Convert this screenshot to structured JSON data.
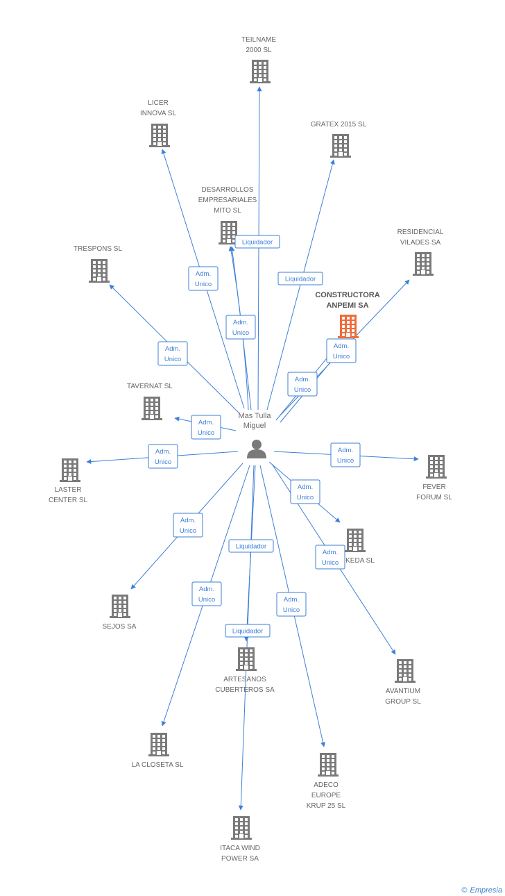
{
  "person": {
    "label": [
      "Mas Tulla",
      "Miguel"
    ]
  },
  "companies": [
    {
      "id": "teilname",
      "lines": [
        "TEILNAME",
        "2000 SL"
      ]
    },
    {
      "id": "licer",
      "lines": [
        "LICER",
        "INNOVA SL"
      ]
    },
    {
      "id": "gratex",
      "lines": [
        "GRATEX 2015 SL"
      ]
    },
    {
      "id": "desarrollos",
      "lines": [
        "DESARROLLOS",
        "EMPRESARIALES",
        "MITO  SL"
      ]
    },
    {
      "id": "residencial",
      "lines": [
        "RESIDENCIAL",
        "VILADES SA"
      ]
    },
    {
      "id": "trespons",
      "lines": [
        "TRESPONS SL"
      ]
    },
    {
      "id": "constructora",
      "lines": [
        "CONSTRUCTORA",
        "ANPEMI SA"
      ],
      "focus": true
    },
    {
      "id": "tavernat",
      "lines": [
        "TAVERNAT SL"
      ]
    },
    {
      "id": "laster",
      "lines": [
        "LASTER",
        "CENTER SL"
      ]
    },
    {
      "id": "fever",
      "lines": [
        "FEVER",
        "FORUM SL"
      ]
    },
    {
      "id": "keda",
      "lines": [
        "KEDA SL"
      ]
    },
    {
      "id": "sejos",
      "lines": [
        "SEJOS SA"
      ]
    },
    {
      "id": "artesanos",
      "lines": [
        "ARTESANOS",
        "CUBERTEROS SA"
      ]
    },
    {
      "id": "avantium",
      "lines": [
        "AVANTIUM",
        "GROUP SL"
      ]
    },
    {
      "id": "lacloseta",
      "lines": [
        "LA CLOSETA SL"
      ]
    },
    {
      "id": "adeco",
      "lines": [
        "ADECO",
        "EUROPE",
        "KRUP 25 SL"
      ]
    },
    {
      "id": "itaca",
      "lines": [
        "ITACA WIND",
        "POWER SA"
      ]
    }
  ],
  "relations": [
    {
      "to": "teilname",
      "role": null
    },
    {
      "to": "licer",
      "role": [
        "Adm.",
        "Unico"
      ]
    },
    {
      "to": "gratex",
      "role": [
        "Liquidador"
      ]
    },
    {
      "to": "desarrollos",
      "role": [
        "Adm.",
        "Unico"
      ]
    },
    {
      "to": "desarrollos",
      "role": [
        "Liquidador"
      ]
    },
    {
      "to": "residencial",
      "role": [
        "Adm.",
        "Unico"
      ]
    },
    {
      "to": "trespons",
      "role": [
        "Adm.",
        "Unico"
      ]
    },
    {
      "to": "constructora",
      "role": [
        "Adm.",
        "Unico"
      ]
    },
    {
      "to": "tavernat",
      "role": [
        "Adm.",
        "Unico"
      ]
    },
    {
      "to": "laster",
      "role": [
        "Adm.",
        "Unico"
      ]
    },
    {
      "to": "fever",
      "role": [
        "Adm.",
        "Unico"
      ]
    },
    {
      "to": "keda",
      "role": [
        "Adm.",
        "Unico"
      ]
    },
    {
      "to": "sejos",
      "role": [
        "Adm.",
        "Unico"
      ]
    },
    {
      "to": "artesanos",
      "role": [
        "Liquidador"
      ]
    },
    {
      "to": "avantium",
      "role": [
        "Adm.",
        "Unico"
      ]
    },
    {
      "to": "lacloseta",
      "role": [
        "Adm.",
        "Unico"
      ]
    },
    {
      "to": "adeco",
      "role": [
        "Adm.",
        "Unico"
      ]
    },
    {
      "to": "itaca",
      "role": [
        "Liquidador"
      ]
    }
  ],
  "colors": {
    "edge": "#3d7fd6",
    "building": "#7a7a7a",
    "focus_building": "#ef6b3a",
    "person": "#7a7a7a"
  },
  "footer": {
    "copyright": "©",
    "brand": "Empresia"
  }
}
